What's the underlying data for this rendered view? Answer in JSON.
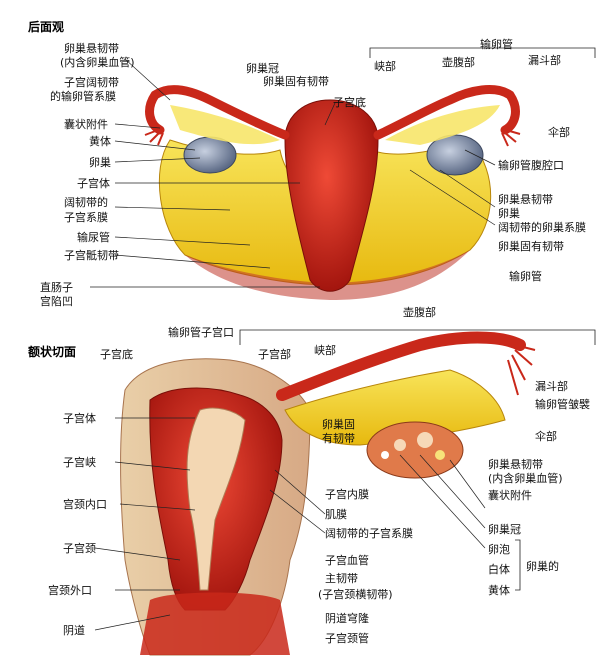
{
  "top_section": {
    "title": "后面观",
    "labels": {
      "ovarian_suspensory": "卵巢悬韧带",
      "ovarian_suspensory_sub": "(内含卵巢血管)",
      "mesosalpinx_1": "子宫阔韧带",
      "mesosalpinx_2": "的输卵管系膜",
      "vesicular_appendix": "囊状附件",
      "corpus_luteum": "黄体",
      "ovary_left": "卵巢",
      "uterine_body": "子宫体",
      "mesometrium_1": "阔韧带的",
      "mesometrium_2": "子宫系膜",
      "ureter": "输尿管",
      "uterosacral": "子宫骶韧带",
      "rectouterine_1": "直肠子",
      "rectouterine_2": "宫陷凹",
      "corona": "卵巢冠",
      "ovarian_ligament": "卵巢固有韧带",
      "fundus": "子宫底",
      "tube": "输卵管",
      "isthmus": "峡部",
      "ampulla": "壶腹部",
      "infundibulum": "漏斗部",
      "fimbria": "伞部",
      "abdominal_ostium": "输卵管腹腔口",
      "suspensory_r": "卵巢悬韧带",
      "ovary_right": "卵巢",
      "mesovarium": "阔韧带的卵巢系膜",
      "ovarian_ligament_r": "卵巢固有韧带"
    }
  },
  "bottom_section": {
    "title": "额状切面",
    "labels": {
      "tube": "输卵管",
      "ampulla": "壶腹部",
      "uterine_ostium": "输卵管子宫口",
      "fundus": "子宫底",
      "uterine_part": "子宫部",
      "isthmus": "峡部",
      "body": "子宫体",
      "uterine_isthmus": "子宫峡",
      "internal_os": "宫颈内口",
      "cervix": "子宫颈",
      "external_os": "宫颈外口",
      "vagina": "阴道",
      "infundibulum": "漏斗部",
      "tubal_folds": "输卵管皱襞",
      "fimbria": "伞部",
      "ovarian_ligament_1": "卵巢固",
      "ovarian_ligament_2": "有韧带",
      "endometrium": "子宫内膜",
      "myometrium": "肌膜",
      "mesometrium": "阔韧带的子宫系膜",
      "uterine_vessels": "子宫血管",
      "cardinal": "主韧带",
      "cardinal_sub": "(子宫颈横韧带)",
      "vaginal_fornix": "阴道穹隆",
      "cervical_canal": "子宫颈管",
      "suspensory": "卵巢悬韧带",
      "suspensory_sub": "(内含卵巢血管)",
      "vesicular_appendix": "囊状附件",
      "corona": "卵巢冠",
      "follicle": "卵泡",
      "corpus_albicans": "白体",
      "corpus_luteum": "黄体",
      "ovary_group": "卵巢的"
    }
  },
  "colors": {
    "uterus": "#d42a1c",
    "uterus_dark": "#a3150e",
    "ligament": "#f2d21a",
    "ligament_light": "#f7e56a",
    "ovary": "#8d9bb5",
    "flesh": "#e8c7a0",
    "tube": "#c9281a"
  }
}
